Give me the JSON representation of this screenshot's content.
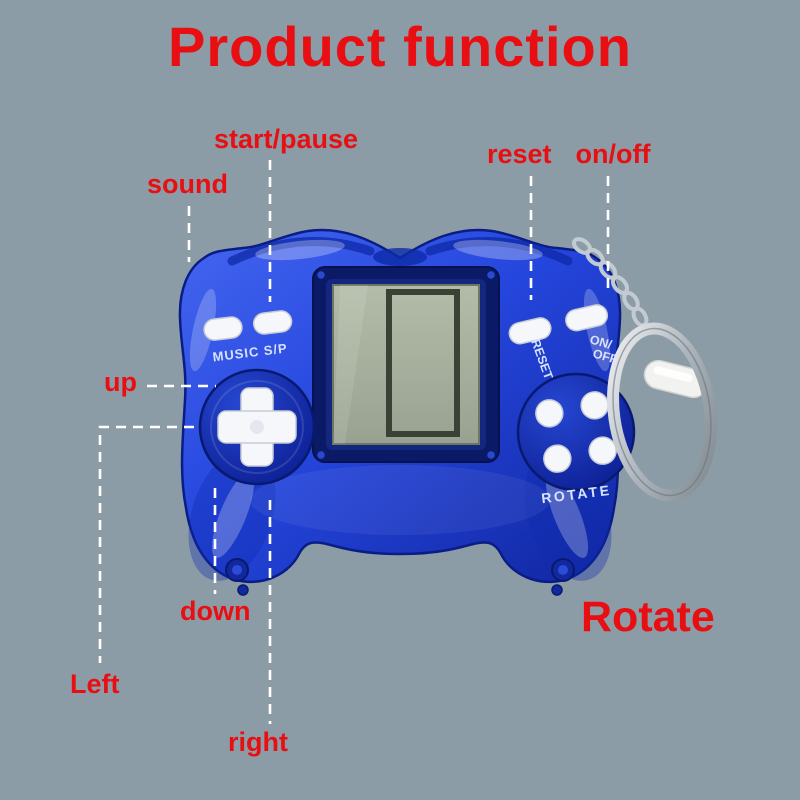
{
  "page": {
    "title": "Product function",
    "background_color": "#8c9ca6",
    "accent_color": "#e80e12",
    "line_color": "#ffffff"
  },
  "annotations": {
    "start_pause": "start/pause",
    "sound": "sound",
    "reset": "reset",
    "on_off": "on/off",
    "up": "up",
    "down": "down",
    "left": "Left",
    "right": "right",
    "rotate": "Rotate"
  },
  "device": {
    "body_color": "#2546dd",
    "screen_color": "#a9b29f",
    "music_sp": "MUSIC S/P",
    "reset_btn": "RESET",
    "on_line": "ON/",
    "off_line": "OFF",
    "rotate_btn": "ROTATE"
  }
}
